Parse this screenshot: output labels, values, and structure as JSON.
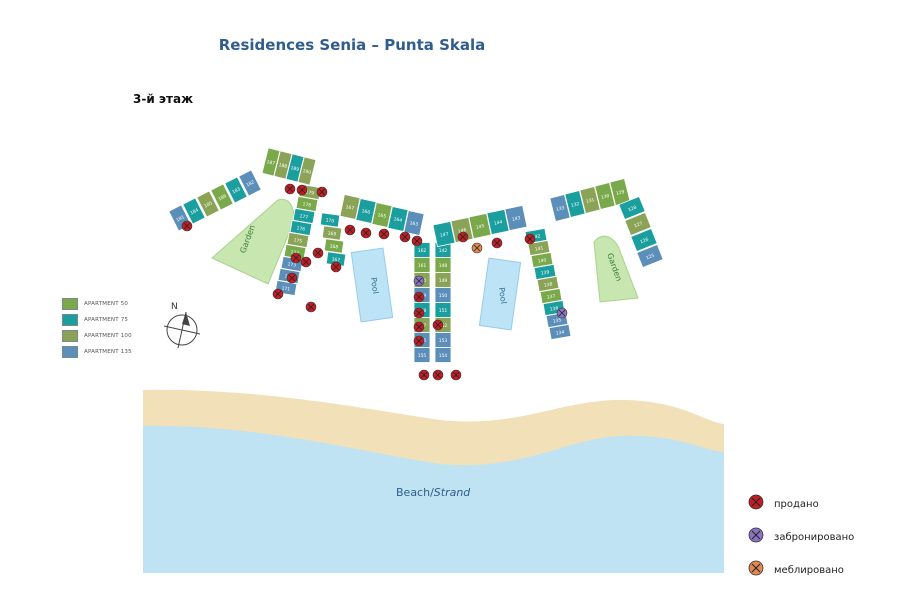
{
  "title": "Residences Senia – Punta Skala",
  "floor_label": "3-й этаж",
  "compass_label": "N",
  "beach": {
    "label_main": "Beach/",
    "label_italic": "Strand"
  },
  "areas": {
    "garden": "Garden",
    "pool": "Pool"
  },
  "colors": {
    "apt50": "#79a94a",
    "apt75": "#1a9f9e",
    "apt100": "#8aa356",
    "apt135": "#5b8fb9",
    "sand": "#f1e0b8",
    "water": "#bfe3f2",
    "pool": "#bde4f6",
    "garden": "#c7e6b0",
    "sold": "#c01d24",
    "reserved": "#8b73c4",
    "furnished": "#e08a52"
  },
  "legend": [
    {
      "label": "APARTMENT 50",
      "color_key": "apt50"
    },
    {
      "label": "APARTMENT 75",
      "color_key": "apt75"
    },
    {
      "label": "APARTMENT 100",
      "color_key": "apt100"
    },
    {
      "label": "APARTMENT 135",
      "color_key": "apt135"
    }
  ],
  "status_legend": [
    {
      "label": "продано",
      "color_key": "sold"
    },
    {
      "label": "забронировано",
      "color_key": "reserved"
    },
    {
      "label": "меблировано",
      "color_key": "furnished"
    }
  ],
  "buildings": {
    "west_wing": [
      "181",
      "184",
      "185",
      "186",
      "183",
      "182"
    ],
    "northwest_corner": [
      "187",
      "188",
      "189",
      "190"
    ],
    "west_block": [
      "179",
      "178",
      "177",
      "176",
      "175",
      "174",
      "173",
      "172",
      "171"
    ],
    "west_inner": [
      "170",
      "169",
      "168",
      "167"
    ],
    "center_top": [
      "167",
      "166",
      "165",
      "164",
      "163"
    ],
    "center_stem_left": [
      "162",
      "161",
      "160",
      "159",
      "158",
      "157",
      "156",
      "155"
    ],
    "center_stem_right": [
      "142",
      "148",
      "149",
      "150",
      "151",
      "152",
      "153",
      "154"
    ],
    "east_top": [
      "147",
      "146",
      "145",
      "144",
      "143"
    ],
    "east_block": [
      "142",
      "141",
      "140",
      "139",
      "138",
      "137",
      "136",
      "135",
      "134"
    ],
    "east_corner": [
      "133",
      "132",
      "131",
      "130",
      "129"
    ],
    "east_wing": [
      "128",
      "127",
      "126",
      "125"
    ]
  }
}
